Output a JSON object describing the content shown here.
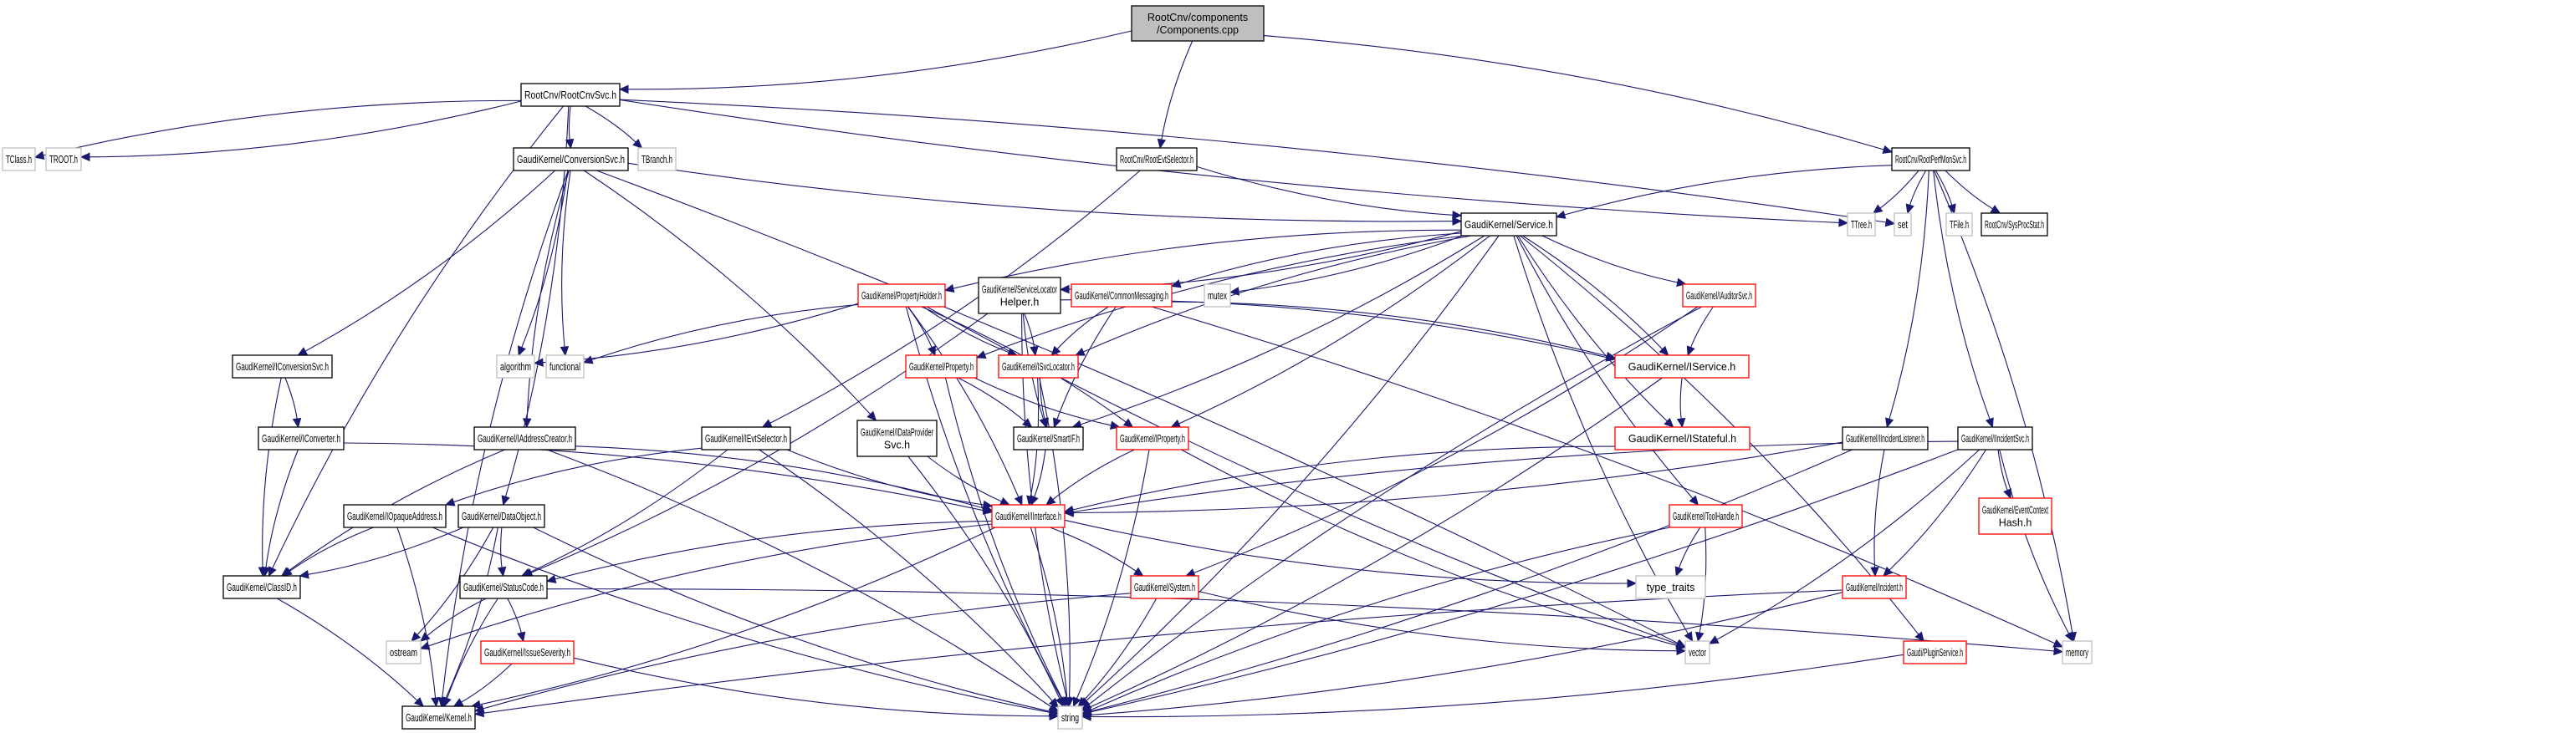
{
  "title": "RootCnv/components/Components.cpp include dependency graph",
  "colors": {
    "edge": "#191970",
    "root_fill": "#bfbfbf",
    "documented_border": "#000000",
    "undocumented_border": "#ff0000",
    "external_border": "#bfbfbf"
  },
  "nodes": [
    {
      "id": "components",
      "label": [
        "RootCnv/components",
        "/Components.cpp"
      ],
      "kind": "root"
    },
    {
      "id": "rootcnvsvc",
      "label": [
        "RootCnv/RootCnvSvc.h"
      ],
      "kind": "normal"
    },
    {
      "id": "rootevtselector",
      "label": [
        "RootCnv/RootEvtSelector.h"
      ],
      "kind": "normal"
    },
    {
      "id": "rootperfmonsvc",
      "label": [
        "RootCnv/RootPerfMonSvc.h"
      ],
      "kind": "normal"
    },
    {
      "id": "tclass",
      "label": [
        "TClass.h"
      ],
      "kind": "ext"
    },
    {
      "id": "troot",
      "label": [
        "TROOT.h"
      ],
      "kind": "ext"
    },
    {
      "id": "conversionsvc",
      "label": [
        "GaudiKernel/ConversionSvc.h"
      ],
      "kind": "normal"
    },
    {
      "id": "tbranch",
      "label": [
        "TBranch.h"
      ],
      "kind": "ext"
    },
    {
      "id": "service",
      "label": [
        "GaudiKernel/Service.h"
      ],
      "kind": "normal"
    },
    {
      "id": "ttree",
      "label": [
        "TTree.h"
      ],
      "kind": "ext"
    },
    {
      "id": "set",
      "label": [
        "set"
      ],
      "kind": "ext"
    },
    {
      "id": "tfile",
      "label": [
        "TFile.h"
      ],
      "kind": "ext"
    },
    {
      "id": "sysprocstat",
      "label": [
        "RootCnv/SysProcStat.h"
      ],
      "kind": "normal"
    },
    {
      "id": "propertyholder",
      "label": [
        "GaudiKernel/PropertyHolder.h"
      ],
      "kind": "red"
    },
    {
      "id": "servicelocatorhelper",
      "label": [
        "GaudiKernel/ServiceLocator",
        "Helper.h"
      ],
      "kind": "normal"
    },
    {
      "id": "commonmessaging",
      "label": [
        "GaudiKernel/CommonMessaging.h"
      ],
      "kind": "red"
    },
    {
      "id": "mutex",
      "label": [
        "mutex"
      ],
      "kind": "ext"
    },
    {
      "id": "iauditorsvc",
      "label": [
        "GaudiKernel/IAuditorSvc.h"
      ],
      "kind": "red"
    },
    {
      "id": "iconversionsvc",
      "label": [
        "GaudiKernel/IConversionSvc.h"
      ],
      "kind": "normal"
    },
    {
      "id": "algorithm",
      "label": [
        "algorithm"
      ],
      "kind": "ext"
    },
    {
      "id": "functional",
      "label": [
        "functional"
      ],
      "kind": "ext"
    },
    {
      "id": "property",
      "label": [
        "GaudiKernel/Property.h"
      ],
      "kind": "red"
    },
    {
      "id": "isvclocator",
      "label": [
        "GaudiKernel/ISvcLocator.h"
      ],
      "kind": "red"
    },
    {
      "id": "iservice",
      "label": [
        "GaudiKernel/IService.h"
      ],
      "kind": "red"
    },
    {
      "id": "iconverter",
      "label": [
        "GaudiKernel/IConverter.h"
      ],
      "kind": "normal"
    },
    {
      "id": "iaddresscreator",
      "label": [
        "GaudiKernel/IAddressCreator.h"
      ],
      "kind": "normal"
    },
    {
      "id": "ievtselector",
      "label": [
        "GaudiKernel/IEvtSelector.h"
      ],
      "kind": "normal"
    },
    {
      "id": "idataprovidersvc",
      "label": [
        "GaudiKernel/IDataProvider",
        "Svc.h"
      ],
      "kind": "normal"
    },
    {
      "id": "smartif",
      "label": [
        "GaudiKernel/SmartIF.h"
      ],
      "kind": "normal"
    },
    {
      "id": "iproperty",
      "label": [
        "GaudiKernel/IProperty.h"
      ],
      "kind": "red"
    },
    {
      "id": "istateful",
      "label": [
        "GaudiKernel/IStateful.h"
      ],
      "kind": "red"
    },
    {
      "id": "iincidentlistener",
      "label": [
        "GaudiKernel/IIncidentListener.h"
      ],
      "kind": "normal"
    },
    {
      "id": "iincidentsvc",
      "label": [
        "GaudiKernel/IIncidentSvc.h"
      ],
      "kind": "normal"
    },
    {
      "id": "iopaqueaddress",
      "label": [
        "GaudiKernel/IOpaqueAddress.h"
      ],
      "kind": "normal"
    },
    {
      "id": "dataobject",
      "label": [
        "GaudiKernel/DataObject.h"
      ],
      "kind": "normal"
    },
    {
      "id": "iinterface",
      "label": [
        "GaudiKernel/IInterface.h"
      ],
      "kind": "red"
    },
    {
      "id": "toolhandle",
      "label": [
        "GaudiKernel/ToolHandle.h"
      ],
      "kind": "red"
    },
    {
      "id": "eventcontexthash",
      "label": [
        "GaudiKernel/EventContext",
        "Hash.h"
      ],
      "kind": "red"
    },
    {
      "id": "classid",
      "label": [
        "GaudiKernel/ClassID.h"
      ],
      "kind": "normal"
    },
    {
      "id": "statuscode",
      "label": [
        "GaudiKernel/StatusCode.h"
      ],
      "kind": "normal"
    },
    {
      "id": "system",
      "label": [
        "GaudiKernel/System.h"
      ],
      "kind": "red"
    },
    {
      "id": "typetraits",
      "label": [
        "type_traits"
      ],
      "kind": "ext"
    },
    {
      "id": "incident",
      "label": [
        "GaudiKernel/Incident.h"
      ],
      "kind": "red"
    },
    {
      "id": "ostream",
      "label": [
        "ostream"
      ],
      "kind": "ext"
    },
    {
      "id": "issueseverity",
      "label": [
        "GaudiKernel/IssueSeverity.h"
      ],
      "kind": "red"
    },
    {
      "id": "vector",
      "label": [
        "vector"
      ],
      "kind": "ext"
    },
    {
      "id": "pluginservice",
      "label": [
        "Gaudi/PluginService.h"
      ],
      "kind": "red"
    },
    {
      "id": "memory",
      "label": [
        "memory"
      ],
      "kind": "ext"
    },
    {
      "id": "kernel",
      "label": [
        "GaudiKernel/Kernel.h"
      ],
      "kind": "normal"
    },
    {
      "id": "string",
      "label": [
        "string"
      ],
      "kind": "ext"
    }
  ],
  "edges": [
    [
      "components",
      "rootcnvsvc"
    ],
    [
      "components",
      "rootevtselector"
    ],
    [
      "components",
      "rootperfmonsvc"
    ],
    [
      "rootcnvsvc",
      "tclass"
    ],
    [
      "rootcnvsvc",
      "troot"
    ],
    [
      "rootcnvsvc",
      "conversionsvc"
    ],
    [
      "rootcnvsvc",
      "tbranch"
    ],
    [
      "rootcnvsvc",
      "ttree"
    ],
    [
      "rootcnvsvc",
      "set"
    ],
    [
      "rootcnvsvc",
      "classid"
    ],
    [
      "rootcnvsvc",
      "dataobject"
    ],
    [
      "conversionsvc",
      "service"
    ],
    [
      "conversionsvc",
      "iconversionsvc"
    ],
    [
      "conversionsvc",
      "iaddresscreator"
    ],
    [
      "conversionsvc",
      "algorithm"
    ],
    [
      "conversionsvc",
      "functional"
    ],
    [
      "conversionsvc",
      "idataprovidersvc"
    ],
    [
      "conversionsvc",
      "kernel"
    ],
    [
      "conversionsvc",
      "vector"
    ],
    [
      "rootevtselector",
      "service"
    ],
    [
      "rootevtselector",
      "ievtselector"
    ],
    [
      "rootperfmonsvc",
      "service"
    ],
    [
      "rootperfmonsvc",
      "ttree"
    ],
    [
      "rootperfmonsvc",
      "set"
    ],
    [
      "rootperfmonsvc",
      "tfile"
    ],
    [
      "rootperfmonsvc",
      "sysprocstat"
    ],
    [
      "rootperfmonsvc",
      "iincidentlistener"
    ],
    [
      "rootperfmonsvc",
      "iincidentsvc"
    ],
    [
      "rootperfmonsvc",
      "memory"
    ],
    [
      "service",
      "propertyholder"
    ],
    [
      "service",
      "servicelocatorhelper"
    ],
    [
      "service",
      "commonmessaging"
    ],
    [
      "service",
      "mutex"
    ],
    [
      "service",
      "iauditorsvc"
    ],
    [
      "service",
      "iservice"
    ],
    [
      "service",
      "property"
    ],
    [
      "service",
      "iproperty"
    ],
    [
      "service",
      "istateful"
    ],
    [
      "service",
      "smartif"
    ],
    [
      "service",
      "toolhandle"
    ],
    [
      "service",
      "pluginservice"
    ],
    [
      "service",
      "vector"
    ],
    [
      "service",
      "string"
    ],
    [
      "service",
      "isvclocator"
    ],
    [
      "propertyholder",
      "algorithm"
    ],
    [
      "propertyholder",
      "functional"
    ],
    [
      "propertyholder",
      "property"
    ],
    [
      "propertyholder",
      "isvclocator"
    ],
    [
      "propertyholder",
      "iproperty"
    ],
    [
      "propertyholder",
      "string"
    ],
    [
      "propertyholder",
      "iinterface"
    ],
    [
      "propertyholder",
      "vector"
    ],
    [
      "servicelocatorhelper",
      "isvclocator"
    ],
    [
      "servicelocatorhelper",
      "smartif"
    ],
    [
      "servicelocatorhelper",
      "statuscode"
    ],
    [
      "servicelocatorhelper",
      "string"
    ],
    [
      "servicelocatorhelper",
      "iservice"
    ],
    [
      "commonmessaging",
      "isvclocator"
    ],
    [
      "commonmessaging",
      "iservice"
    ],
    [
      "commonmessaging",
      "smartif"
    ],
    [
      "commonmessaging",
      "memory"
    ],
    [
      "iauditorsvc",
      "iservice"
    ],
    [
      "iauditorsvc",
      "system"
    ],
    [
      "iauditorsvc",
      "string"
    ],
    [
      "iconversionsvc",
      "iconverter"
    ],
    [
      "iconversionsvc",
      "classid"
    ],
    [
      "iconverter",
      "iinterface"
    ],
    [
      "iconverter",
      "classid"
    ],
    [
      "iaddresscreator",
      "iinterface"
    ],
    [
      "iaddresscreator",
      "classid"
    ],
    [
      "iaddresscreator",
      "string"
    ],
    [
      "ievtselector",
      "iinterface"
    ],
    [
      "ievtselector",
      "statuscode"
    ],
    [
      "ievtselector",
      "iopaqueaddress"
    ],
    [
      "ievtselector",
      "string"
    ],
    [
      "idataprovidersvc",
      "iinterface"
    ],
    [
      "idataprovidersvc",
      "string"
    ],
    [
      "property",
      "iproperty"
    ],
    [
      "property",
      "smartif"
    ],
    [
      "property",
      "string"
    ],
    [
      "isvclocator",
      "iinterface"
    ],
    [
      "isvclocator",
      "smartif"
    ],
    [
      "isvclocator",
      "string"
    ],
    [
      "iservice",
      "istateful"
    ],
    [
      "iservice",
      "string"
    ],
    [
      "istateful",
      "iinterface"
    ],
    [
      "smartif",
      "iinterface"
    ],
    [
      "iproperty",
      "iinterface"
    ],
    [
      "iproperty",
      "string"
    ],
    [
      "iproperty",
      "vector"
    ],
    [
      "iincidentlistener",
      "iinterface"
    ],
    [
      "iincidentlistener",
      "incident"
    ],
    [
      "iincidentlistener",
      "string"
    ],
    [
      "iincidentsvc",
      "iinterface"
    ],
    [
      "iincidentsvc",
      "incident"
    ],
    [
      "iincidentsvc",
      "eventcontexthash"
    ],
    [
      "iincidentsvc",
      "vector"
    ],
    [
      "iincidentsvc",
      "memory"
    ],
    [
      "iincidentsvc",
      "string"
    ],
    [
      "iopaqueaddress",
      "classid"
    ],
    [
      "iopaqueaddress",
      "kernel"
    ],
    [
      "iopaqueaddress",
      "string"
    ],
    [
      "dataobject",
      "classid"
    ],
    [
      "dataobject",
      "statuscode"
    ],
    [
      "dataobject",
      "ostream"
    ],
    [
      "dataobject",
      "string"
    ],
    [
      "dataobject",
      "kernel"
    ],
    [
      "iinterface",
      "statuscode"
    ],
    [
      "iinterface",
      "system"
    ],
    [
      "iinterface",
      "typetraits"
    ],
    [
      "iinterface",
      "kernel"
    ],
    [
      "iinterface",
      "ostream"
    ],
    [
      "iinterface",
      "string"
    ],
    [
      "toolhandle",
      "typetraits"
    ],
    [
      "toolhandle",
      "vector"
    ],
    [
      "toolhandle",
      "string"
    ],
    [
      "classid",
      "kernel"
    ],
    [
      "statuscode",
      "ostream"
    ],
    [
      "statuscode",
      "issueseverity"
    ],
    [
      "statuscode",
      "kernel"
    ],
    [
      "statuscode",
      "memory"
    ],
    [
      "system",
      "kernel"
    ],
    [
      "system",
      "string"
    ],
    [
      "system",
      "vector"
    ],
    [
      "issueseverity",
      "kernel"
    ],
    [
      "issueseverity",
      "string"
    ],
    [
      "incident",
      "string"
    ],
    [
      "incident",
      "kernel"
    ],
    [
      "pluginservice",
      "string"
    ]
  ]
}
